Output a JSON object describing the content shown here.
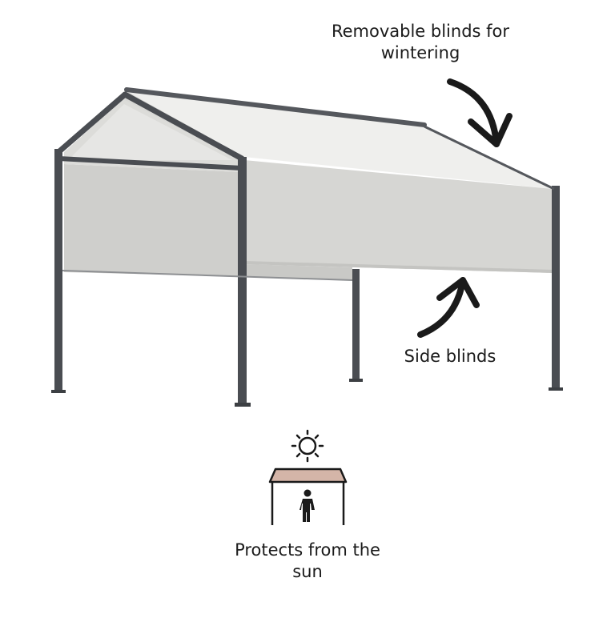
{
  "annotations": {
    "removable_blinds": {
      "line1": "Removable blinds for",
      "line2": "wintering"
    },
    "side_blinds": "Side blinds",
    "protects": {
      "line1": "Protects from the",
      "line2": "sun"
    }
  },
  "icons": {
    "arrow": "curved-arrow-icon",
    "sun": "sun-icon",
    "canopy": "canopy-icon",
    "person": "person-icon"
  },
  "colors": {
    "frame": "#4a4d52",
    "fabric_light": "#ebebe9",
    "fabric_mid": "#d9d9d6",
    "fabric_dark": "#bdbdba",
    "icon_roof": "#d4b5a8",
    "arrow": "#1a1a1a"
  }
}
